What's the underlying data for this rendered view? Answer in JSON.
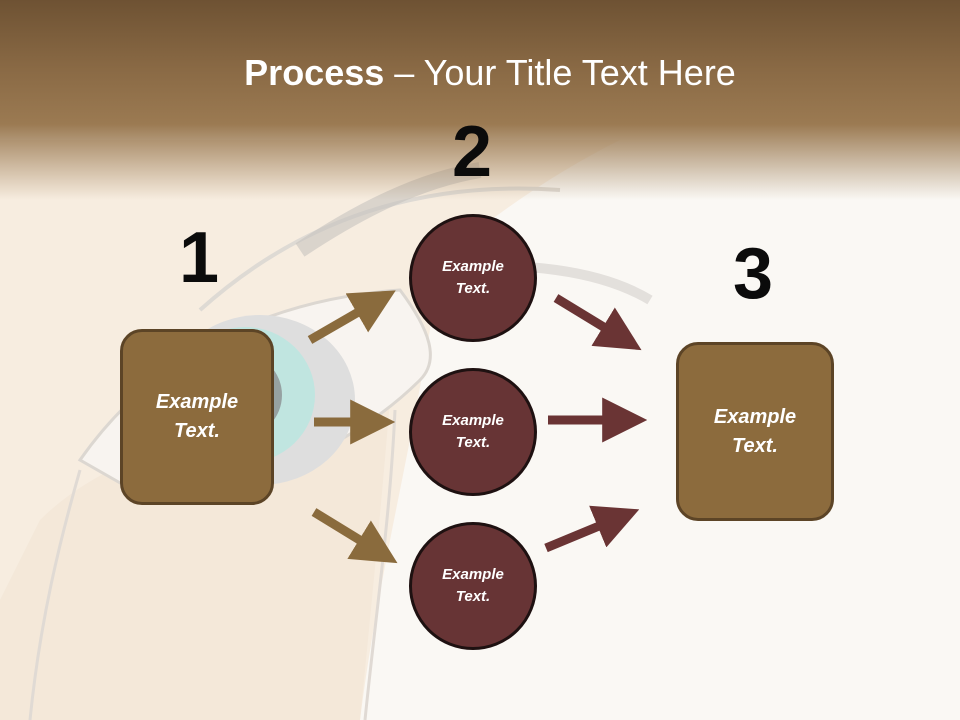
{
  "title": {
    "bold": "Process",
    "rest": " – Your Title Text Here"
  },
  "steps": {
    "one": "1",
    "two": "2",
    "three": "3"
  },
  "left_box": {
    "text": "Example Text."
  },
  "circles": [
    {
      "text": "Example Text."
    },
    {
      "text": "Example Text."
    },
    {
      "text": "Example Text."
    }
  ],
  "right_box": {
    "text": "Example Text."
  },
  "colors": {
    "header": "#8a6a45",
    "box_fill": "#8c6b3d",
    "circle_fill": "#673435",
    "left_arrows": "#8a6b3d",
    "right_arrows": "#6a3434"
  }
}
